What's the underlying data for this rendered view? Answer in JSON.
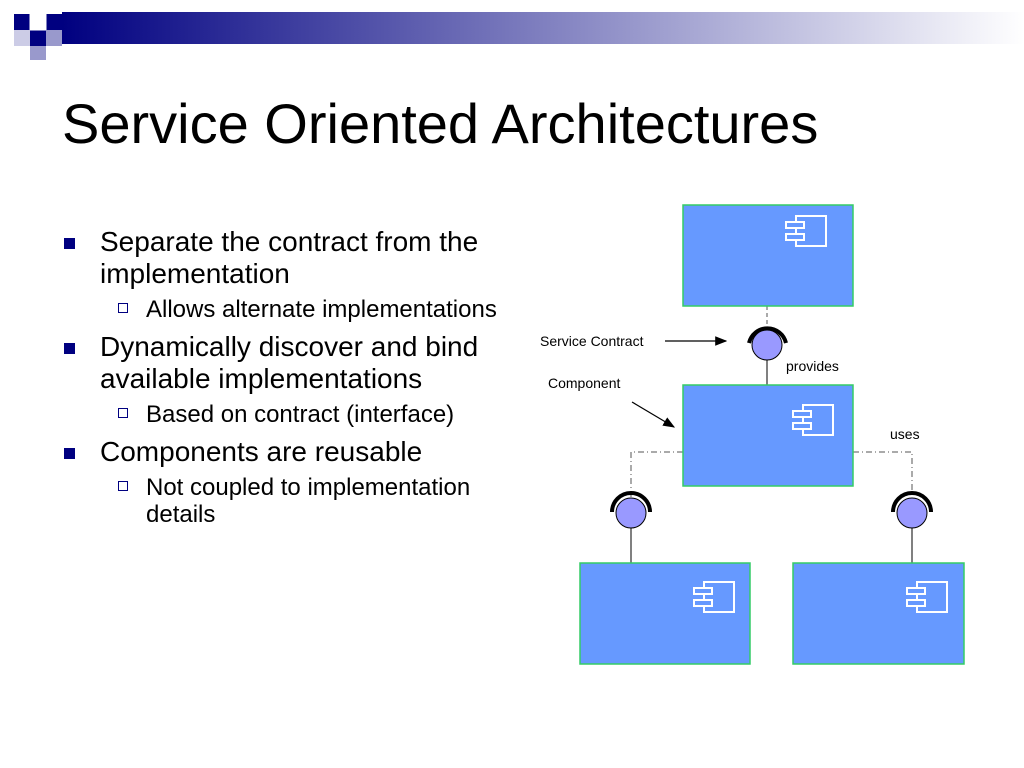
{
  "title": "Service Oriented Architectures",
  "colors": {
    "accent": "#000080",
    "component_fill": "#6699FF",
    "component_border": "#33CC66",
    "interface_fill": "#9999FF",
    "socket": "#000000"
  },
  "bullets": [
    {
      "text": "Separate the contract from the implementation",
      "sub": [
        "Allows alternate implementations"
      ]
    },
    {
      "text": "Dynamically discover and bind available implementations",
      "sub": [
        "Based on contract (interface)"
      ]
    },
    {
      "text": "Components are reusable",
      "sub": [
        "Not coupled to implementation details"
      ]
    }
  ],
  "diagram": {
    "labels": {
      "service_contract": "Service Contract",
      "component": "Component",
      "provides": "provides",
      "uses": "uses"
    },
    "icons": [
      "component-icon",
      "arrow-icon"
    ]
  }
}
